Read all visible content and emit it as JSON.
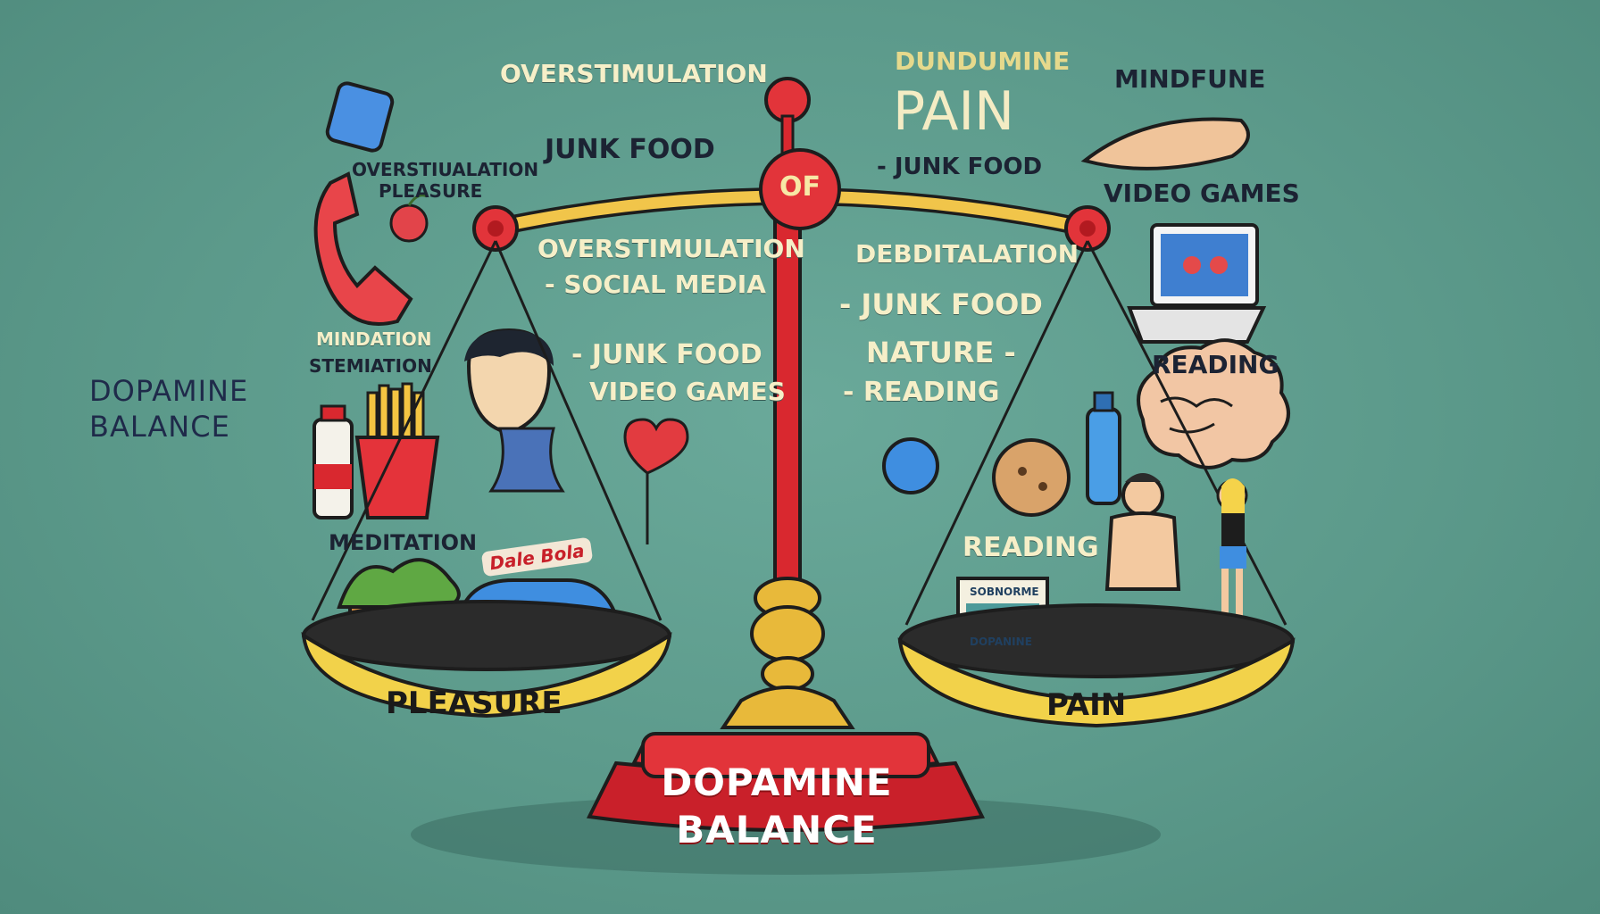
{
  "side_title": {
    "line1": "DOPAMINE",
    "line2": "BALANCE"
  },
  "center": {
    "of_label": "OF",
    "base_line1": "DOPAMINE",
    "base_line2": "BALANCE"
  },
  "plates": {
    "left": "PLEASURE",
    "right": "PAIN"
  },
  "left_labels": {
    "top_overstimulation": "OVERSTIMULATION",
    "top_junk_food": "JUNK FOOD",
    "overst_line1": "OVERSTIUALATION",
    "overst_line2": "PLEASURE",
    "mind_line1": "MINDATION",
    "mind_line2": "STEMIATION",
    "meditation": "MEDITATION",
    "list_overstimulation": "OVERSTIMULATION",
    "list_social_media": "- SOCIAL MEDIA",
    "list_junk_food": "- JUNK FOOD",
    "list_video_games": "VIDEO GAMES",
    "soda_sign": "Dale Bola"
  },
  "right_labels": {
    "dundumine": "DUNDUMINE",
    "pain_big": "PAIN",
    "junk_food_top": "- JUNK FOOD",
    "mindfune": "MINDFUNE",
    "video_games": "VIDEO GAMES",
    "debditalation": "DEBDITALATION",
    "list_junk_food": "- JUNK FOOD",
    "list_nature": "NATURE -",
    "list_reading": "- READING",
    "reading_right": "READING",
    "reading_center": "READING",
    "book_line1": "SOBNORME",
    "book_line2": "DOPANINE"
  },
  "colors": {
    "background": "#5c9a8b",
    "red": "#d9282f",
    "gold": "#e8b93a",
    "plate": "#f2d24a"
  },
  "icons": [
    "phone-icon",
    "fries-icon",
    "car-icon",
    "heart-icon",
    "laptop-icon",
    "brain-icon",
    "water-bottle-icon",
    "meditating-person-icon",
    "tablet-icon",
    "cookie-icon",
    "ball-icon",
    "feather-icon"
  ]
}
